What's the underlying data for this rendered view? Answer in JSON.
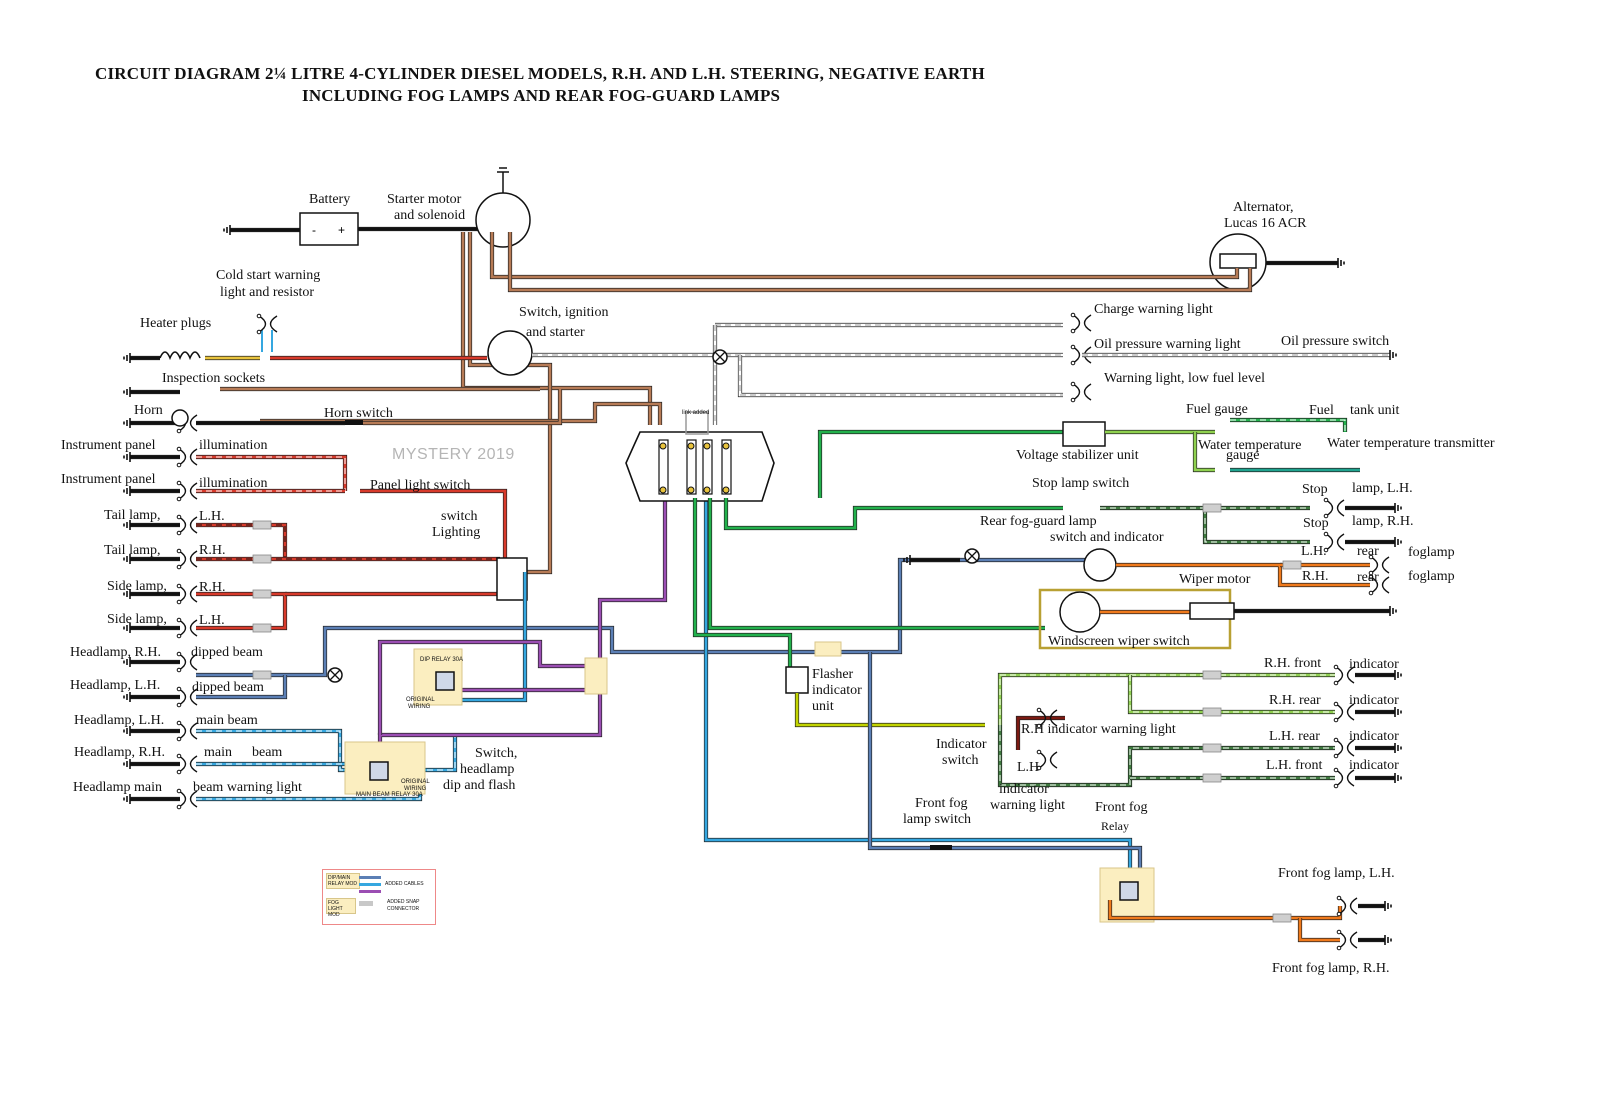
{
  "title": {
    "line1": "CIRCUIT DIAGRAM 2¼ LITRE 4-CYLINDER DIESEL MODELS, R.H. AND L.H. STEERING, NEGATIVE  EARTH",
    "line2": "INCLUDING FOG LAMPS AND REAR FOG-GUARD LAMPS"
  },
  "watermark": "MYSTERY 2019",
  "labels": {
    "battery": "Battery",
    "starter_motor_1": "Starter motor",
    "starter_motor_2": "and solenoid",
    "alternator_1": "Alternator,",
    "alternator_2": "Lucas 16 ACR",
    "cold_start_1": "Cold start warning",
    "cold_start_2": "light and resistor",
    "heater_plugs": "Heater plugs",
    "switch_ignition_1": "Switch, ignition",
    "switch_ignition_2": "and starter",
    "inspection_sockets": "Inspection sockets",
    "horn": "Horn",
    "horn_switch": "Horn switch",
    "instrument_panel_1": "Instrument panel",
    "illumination_1": "illumination",
    "instrument_panel_2": "Instrument panel",
    "illumination_2": "illumination",
    "panel_light_switch": "Panel light switch",
    "tail_lamp_lh": "Tail lamp,",
    "tail_lamp_lh_side": "L.H.",
    "tail_lamp_rh": "Tail lamp,",
    "tail_lamp_rh_side": "R.H.",
    "side_lamp_rh": "Side lamp,",
    "side_lamp_rh_side": "R.H.",
    "side_lamp_lh": "Side lamp,",
    "side_lamp_lh_side": "L.H.",
    "switch_lighting_1": "switch",
    "switch_lighting_2": "Lighting",
    "headlamp_rh_dipped": "Headlamp, R.H.",
    "dipped_beam_1": "dipped beam",
    "headlamp_lh_dipped": "Headlamp, L.H.",
    "dipped_beam_2": "dipped beam",
    "headlamp_lh_main": "Headlamp, L.H.",
    "main_beam_1": "main beam",
    "headlamp_rh_main": "Headlamp, R.H.",
    "main_2": "main",
    "beam_2": "beam",
    "headlamp_main": "Headlamp main",
    "beam_warning_light": "beam warning light",
    "switch_headlamp_1": "Switch,",
    "switch_headlamp_2": "headlamp",
    "switch_headlamp_3": "dip and flash",
    "dip_relay": "DIP RELAY 30A",
    "original_wiring_1": "ORIGINAL",
    "original_wiring_2": "WIRING",
    "main_beam_relay": "MAIN BEAM RELAY 30A",
    "original_wiring_3": "ORIGINAL",
    "original_wiring_4": "WIRING",
    "link_added": "link added",
    "charge_warning_light": "Charge warning light",
    "oil_pressure_warning_light": "Oil pressure warning light",
    "oil_pressure_switch": "Oil pressure switch",
    "warning_light_low_fuel": "Warning light, low fuel level",
    "fuel_gauge": "Fuel gauge",
    "fuel": "Fuel",
    "tank_unit": "tank unit",
    "voltage_stabilizer": "Voltage stabilizer unit",
    "water_temp_gauge_1": "Water temperature",
    "water_temp_gauge_2": "gauge",
    "water_temp_transmitter": "Water temperature transmitter",
    "stop_lamp_switch": "Stop lamp switch",
    "stop_lh": "Stop",
    "lamp_lh": "lamp, L.H.",
    "stop_rh": "Stop",
    "lamp_rh": "lamp, R.H.",
    "rear_fog_switch_1": "Rear fog-guard lamp",
    "rear_fog_switch_2": "switch and indicator",
    "lh_rear": "L.H.",
    "rear_1": "rear",
    "foglamp_1": "foglamp",
    "rh_rear": "R.H.",
    "rear_2": "rear",
    "foglamp_2": "foglamp",
    "wiper_motor": "Wiper motor",
    "windscreen_wiper_switch": "Windscreen wiper switch",
    "flasher_1": "Flasher",
    "flasher_2": "indicator",
    "flasher_3": "unit",
    "indicator_switch_1": "Indicator",
    "indicator_switch_2": "switch",
    "rh_front": "R.H. front",
    "indicator_1": "indicator",
    "rh_rear_ind": "R.H. rear",
    "indicator_2": "indicator",
    "lh_rear_ind": "L.H. rear",
    "indicator_3": "indicator",
    "lh_front": "L.H. front",
    "indicator_4": "indicator",
    "rh_indicator_warning": "R.H indicator warning light",
    "lh_indicator_1": "L.H",
    "lh_indicator_2": "indicator",
    "lh_indicator_3": "warning light",
    "front_fog_switch_1": "Front fog",
    "front_fog_switch_2": "lamp switch",
    "front_fog_relay_1": "Front fog",
    "front_fog_relay_2": "Relay",
    "front_fog_lh": "Front fog lamp, L.H.",
    "front_fog_rh": "Front fog lamp, R.H."
  },
  "legend": {
    "box1": "DIP/MAIN RELAY MOD",
    "added_cables": "ADDED CABLES",
    "box2": "FOG LIGHT MOD",
    "added_snap_1": "ADDED SNAP",
    "added_snap_2": "CONNECTOR"
  },
  "colors": {
    "brown": "#b77b56",
    "red": "#d83a2b",
    "black": "#111111",
    "blue": "#5b7fb5",
    "lightblue": "#35a7e0",
    "purple": "#9b4eb3",
    "green": "#22b14c",
    "lightgreen": "#8fd14f",
    "yellowgreen": "#c2d400",
    "orange": "#f07a1c",
    "darkred": "#7b1a12",
    "white": "#ffffff",
    "grey": "#9a9a9a",
    "yellow": "#e8c33d",
    "teal": "#1fa38f",
    "olive": "#b8a033",
    "darkgreen": "#3d7a3d"
  }
}
